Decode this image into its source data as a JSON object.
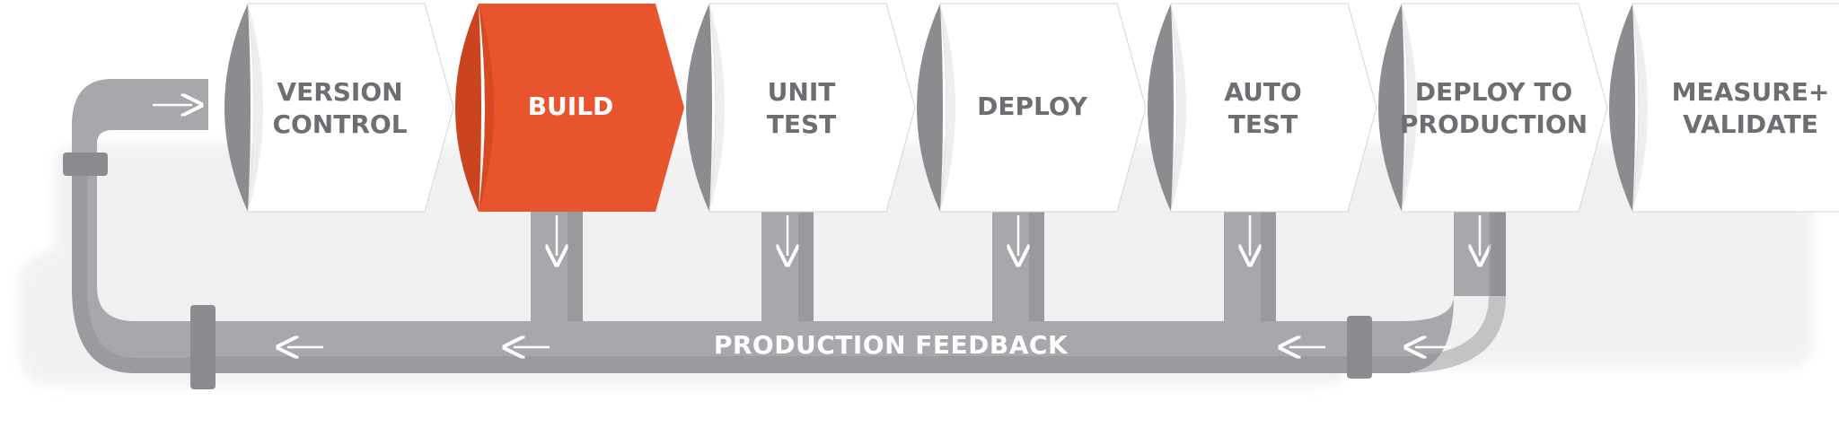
{
  "pipeline": {
    "stages": [
      {
        "lines": [
          "VERSION",
          "CONTROL"
        ],
        "active": false
      },
      {
        "lines": [
          "BUILD"
        ],
        "active": true
      },
      {
        "lines": [
          "UNIT",
          "TEST"
        ],
        "active": false
      },
      {
        "lines": [
          "DEPLOY"
        ],
        "active": false
      },
      {
        "lines": [
          "AUTO",
          "TEST"
        ],
        "active": false
      },
      {
        "lines": [
          "DEPLOY TO",
          "PRODUCTION"
        ],
        "active": false
      },
      {
        "lines": [
          "MEASURE+",
          "VALIDATE"
        ],
        "active": false
      }
    ],
    "feedback_label": "PRODUCTION FEEDBACK",
    "colors": {
      "stage_face": "#ffffff",
      "stage_shade": "#8a8c8f",
      "stage_text": "#6d6e71",
      "active_face": "#e8552d",
      "active_shade": "#c9441f",
      "active_text": "#ffffff",
      "pipe": "#a6a8ab",
      "pipe_dark": "#8a8c8f",
      "pipe_text": "#ffffff"
    }
  }
}
